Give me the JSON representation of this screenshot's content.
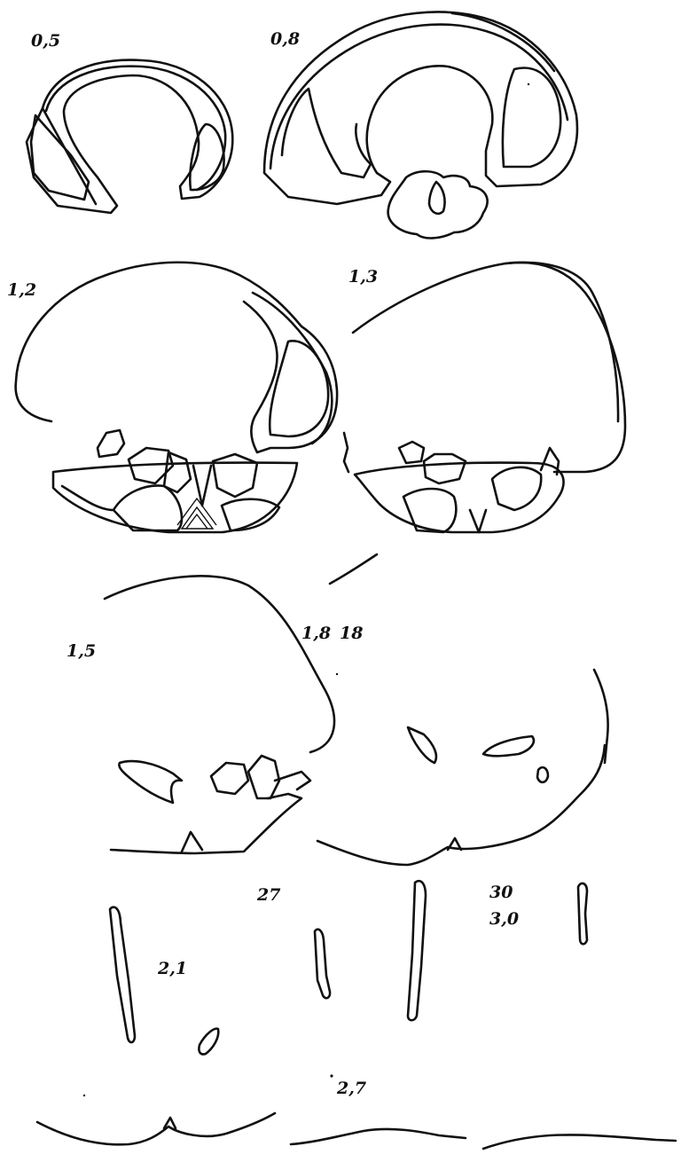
{
  "labels": {
    "s05": "0,5",
    "s08": "0,8",
    "s12": "1,2",
    "s13": "1,3",
    "s15": "1,5",
    "s18": "1,8",
    "s18b": "18",
    "s21": "2,1",
    "s27a": "27",
    "s27b": "2,7",
    "s30a": "30",
    "s30b": "3,0"
  }
}
